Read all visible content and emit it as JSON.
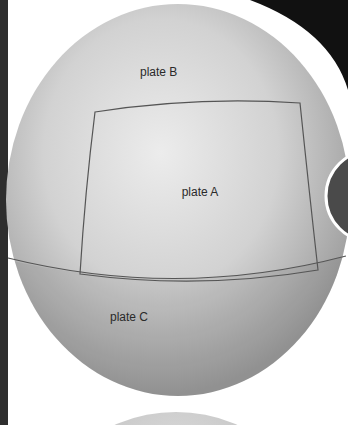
{
  "diagram": {
    "nodes": [
      {
        "text": [
          "plate B"
        ]
      },
      {
        "text": [
          "plate A"
        ],
        "in": 0
      },
      {
        "text": [
          "plate C"
        ]
      }
    ]
  }
}
